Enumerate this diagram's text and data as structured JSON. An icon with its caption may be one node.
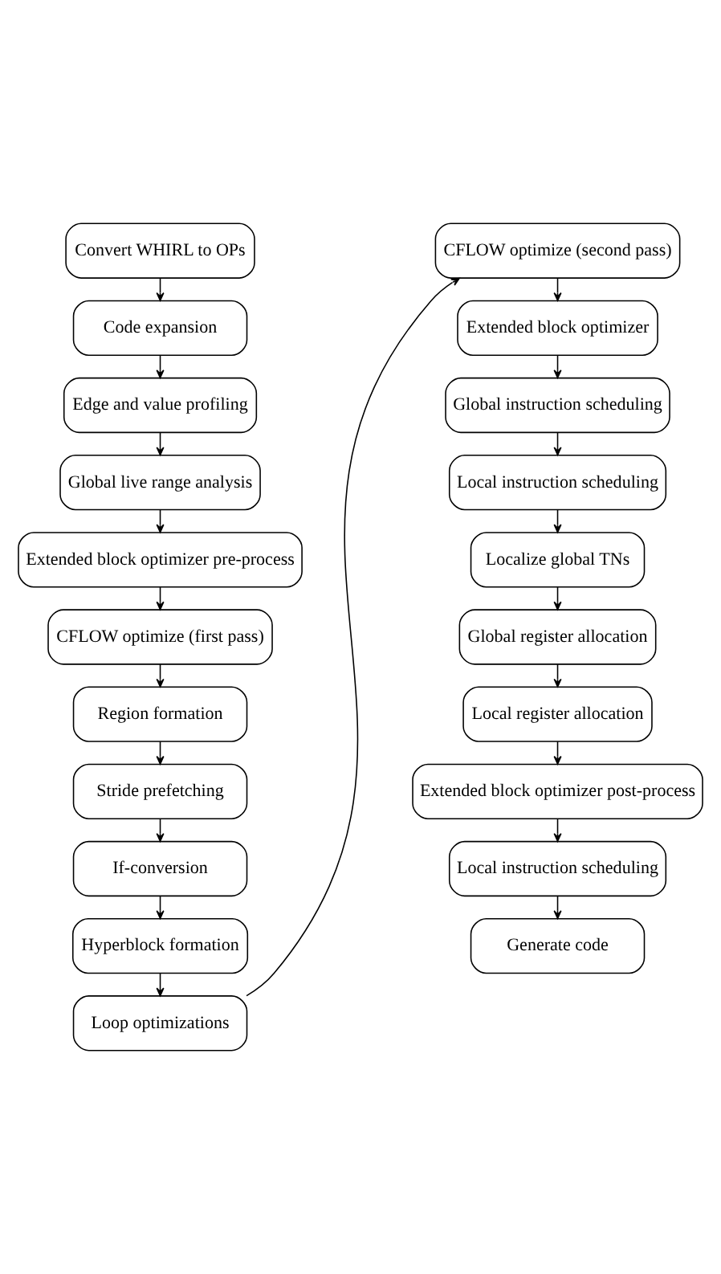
{
  "diagram": {
    "nodes": [
      {
        "text": [
          "Convert WHIRL to OPs"
        ]
      },
      {
        "text": [
          "Code expansion"
        ]
      },
      {
        "text": [
          "Edge and value profiling"
        ]
      },
      {
        "text": [
          "Global live range analysis"
        ]
      },
      {
        "text": [
          "Extended block optimizer pre-process"
        ]
      },
      {
        "text": [
          "CFLOW optimize (first pass)"
        ]
      },
      {
        "text": [
          "Region formation"
        ]
      },
      {
        "text": [
          "Stride prefetching"
        ]
      },
      {
        "text": [
          "If-conversion"
        ]
      },
      {
        "text": [
          "Hyperblock formation"
        ]
      },
      {
        "text": [
          "Loop optimizations"
        ]
      },
      {
        "text": [
          "CFLOW optimize (second pass)"
        ]
      },
      {
        "text": [
          "Extended block optimizer"
        ]
      },
      {
        "text": [
          "Global instruction scheduling"
        ]
      },
      {
        "text": [
          "Local instruction scheduling"
        ]
      },
      {
        "text": [
          "Localize global TNs"
        ]
      },
      {
        "text": [
          "Global register allocation"
        ]
      },
      {
        "text": [
          "Local register allocation"
        ]
      },
      {
        "text": [
          "Extended block optimizer post-process"
        ]
      },
      {
        "text": [
          "Local instruction scheduling"
        ]
      },
      {
        "text": [
          "Generate code"
        ]
      }
    ],
    "edges": [
      {
        "from": 0,
        "to": 1,
        "arrow": "to"
      },
      {
        "from": 1,
        "to": 2,
        "arrow": "to"
      },
      {
        "from": 2,
        "to": 3,
        "arrow": "to"
      },
      {
        "from": 3,
        "to": 4,
        "arrow": "to"
      },
      {
        "from": 4,
        "to": 5,
        "arrow": "to"
      },
      {
        "from": 5,
        "to": 6,
        "arrow": "to"
      },
      {
        "from": 6,
        "to": 7,
        "arrow": "to"
      },
      {
        "from": 7,
        "to": 8,
        "arrow": "to"
      },
      {
        "from": 8,
        "to": 9,
        "arrow": "to"
      },
      {
        "from": 9,
        "to": 10,
        "arrow": "to"
      },
      {
        "from": 10,
        "to": 11,
        "arrow": "to"
      },
      {
        "from": 11,
        "to": 12,
        "arrow": "to"
      },
      {
        "from": 12,
        "to": 13,
        "arrow": "to"
      },
      {
        "from": 13,
        "to": 14,
        "arrow": "to"
      },
      {
        "from": 14,
        "to": 15,
        "arrow": "to"
      },
      {
        "from": 15,
        "to": 16,
        "arrow": "to"
      },
      {
        "from": 16,
        "to": 17,
        "arrow": "to"
      },
      {
        "from": 17,
        "to": 18,
        "arrow": "to"
      },
      {
        "from": 18,
        "to": 19,
        "arrow": "to"
      },
      {
        "from": 19,
        "to": 20,
        "arrow": "to"
      }
    ]
  }
}
